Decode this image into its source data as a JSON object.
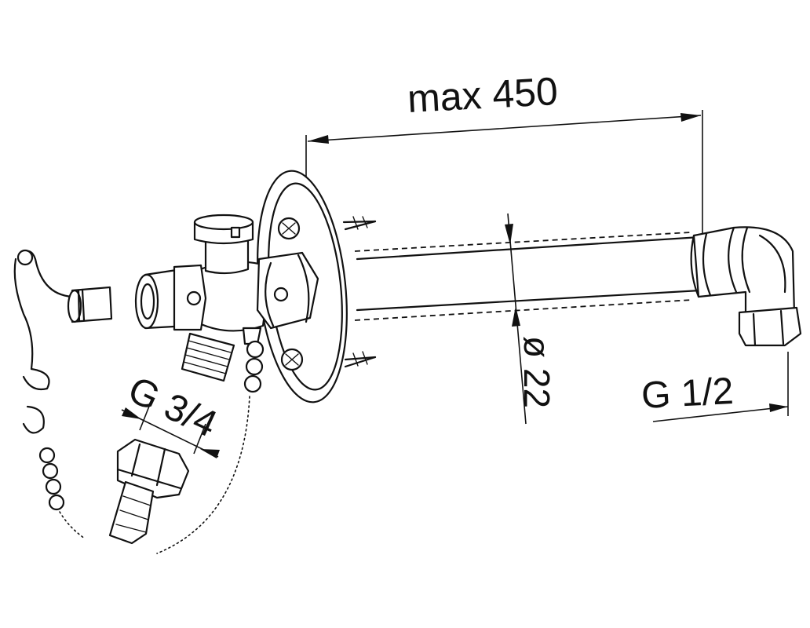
{
  "labels": {
    "max_length": "max 450",
    "pipe_diameter": "ø 22",
    "outlet_thread": "G 3/4",
    "inlet_thread": "G 1/2"
  }
}
